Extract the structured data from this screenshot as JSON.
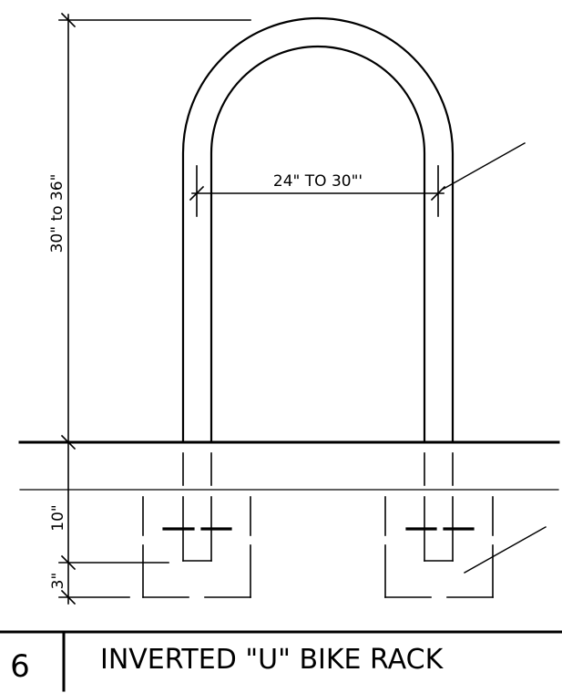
{
  "drawing": {
    "dimensions": {
      "height": "30\" to 36\"",
      "width": "24\" TO 30\"'",
      "embed_depth": "10\"",
      "base_depth": "3\""
    },
    "title_block": {
      "number": "6",
      "title": "INVERTED \"U\" BIKE RACK"
    }
  },
  "colors": {
    "line": "#000000",
    "background": "#ffffff"
  }
}
